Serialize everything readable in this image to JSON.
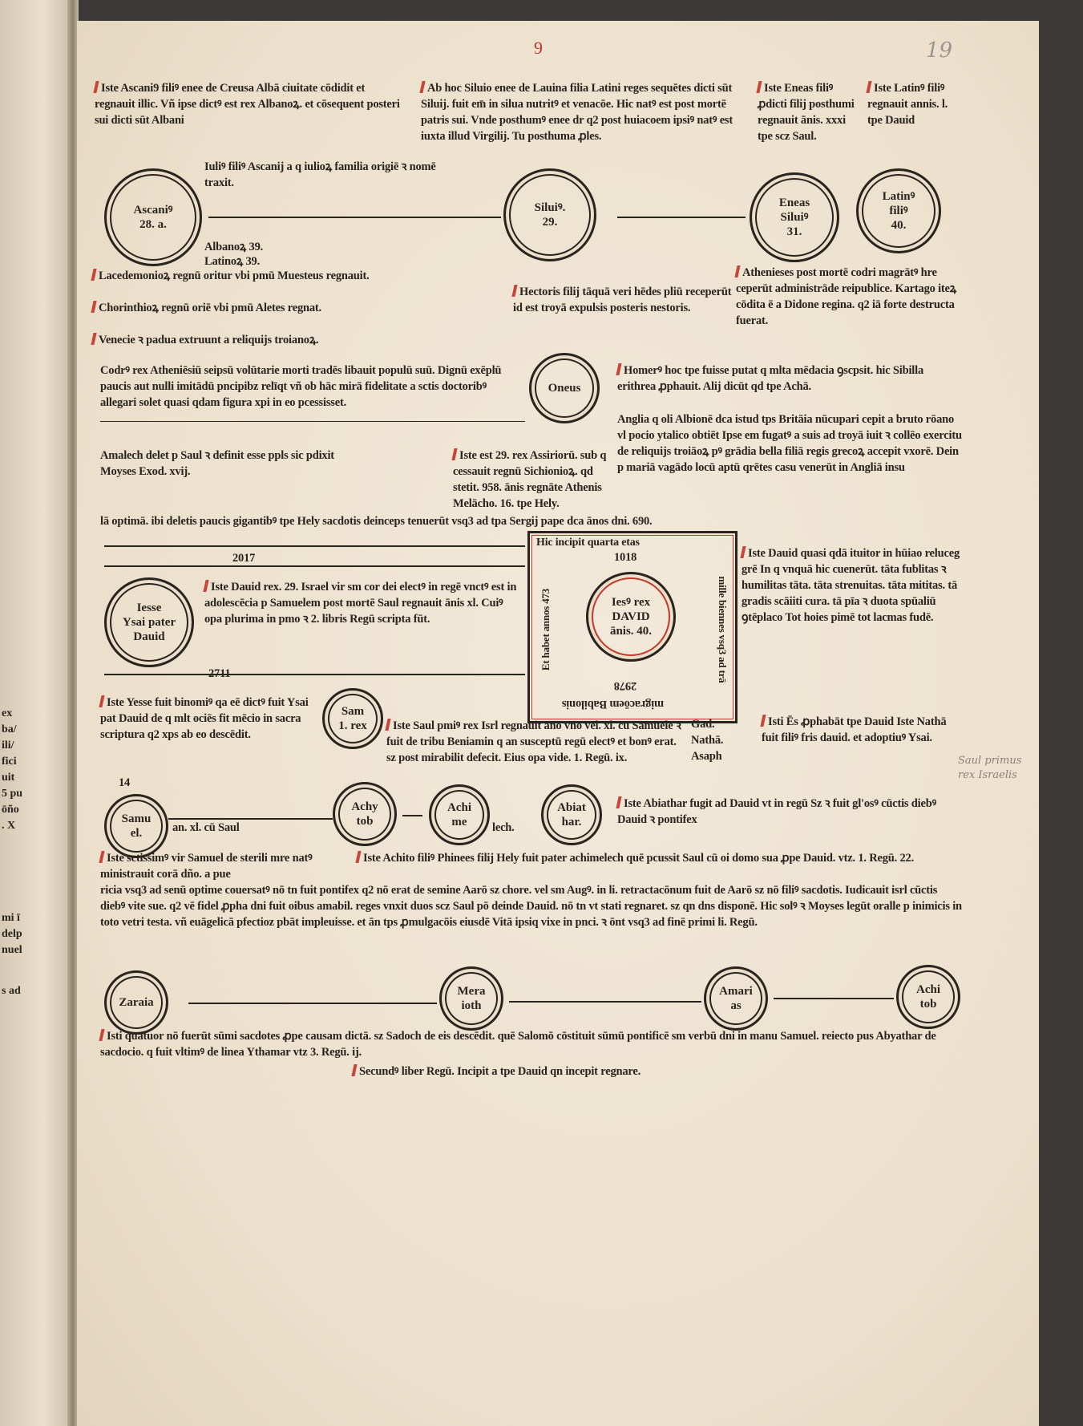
{
  "folio": "19",
  "red_number": "9",
  "margin_note": "Saul primus rex Israelis",
  "left_page": {
    "frag1": "ex\nba/\nili/\nfici\nuit\n5 pu\nōño\n. X",
    "frag2": "mi ī\ndelp\nnuel",
    "frag3": "s ad"
  },
  "blocks": {
    "b1": "Iste Ascani9 filiꝰ enee de Creusa Albā ciuitate cōdidit et regnauit illic. Vñ ipse dictꝰ est rex Albanoꝝ. et cōsequent posteri sui dicti sūt Albani",
    "b2": "Ab hoc Siluio enee de Lauina filia Latini reges sequētes dicti sūt Siluij. fuit em̄ in silua nutritꝰ et venacōe. Hic natꝰ est post mortē patris sui. Vnde posthumꝰ enee dr q2 post huiacoem ipsiꝰ natꝰ est iuxta illud Virgilij. Tu posthuma ꝓles.",
    "b3": "Iste Eneas filiꝰ ꝓdicti filij posthumi regnauit ānis. xxxi tpe scz Saul.",
    "b4": "Iste Latinꝰ filiꝰ regnauit annis. l. tpe Dauid",
    "b5": "Iuliꝰ filiꝰ Ascanij a q iulioꝝ familia origiē ꝛ nomē traxit.",
    "b6a": "Albanoꝝ 39.",
    "b6b": "Latinoꝝ 39.",
    "b7": "Lacedemonioꝝ regnū oritur vbi pmū Muesteus regnauit.",
    "b8": "Chorinthioꝝ regnū oriē vbi pmū Aletes regnat.",
    "b9": "Venecie ꝛ padua extruunt a reliquijs troianoꝝ.",
    "b10": "Hectoris filij tāquā veri hēdes pliū receperūt id est troyā expulsis posteris nestoris.",
    "b11": "Athenieses post mortē codri magrātꝰ hre ceperūt administrāde reipublice. Kartago iteꝝ cōdita ē a Didone regina. q2 iā forte destructa fuerat.",
    "b12": "Codrꝰ rex Atheniēsiū seipsū volūtarie morti tradēs libauit populū suū. Dignū exēplū paucis aut nulli imitādū pncipibz relīqt vñ ob hāc mirā fidelitate a sctis doctoribꝰ allegari solet quasi qdam figura xpi in eo pcessisset.",
    "b13": "Homerꝰ hoc tpe fuisse putat q mlta mēdacia ꝯscpsit. hic Sibilla erithrea ꝓphauit. Alij dicūt qd tpe Achā.",
    "b14": "Anglia q oli Albionē dca istud tps Britāia nūcupari cepit a bruto rōano vl pocio ytalico obtiēt Ipse em fugatꝰ a suis ad troyā iuit ꝛ collēo exercitu de reliquijs troiāoꝝ pꝰ grādia bella filiā regis grecoꝝ accepit vxorē. Dein p mariā vagādo locū aptū qrētes casu venerūt in Angliā insu",
    "b15": "Amalech delet p Saul ꝛ definit esse ppls sic pdixit Moyses Exod. xvij.",
    "b16": "Iste est 29. rex Assiriorū. sub q cessauit regnū Sichionioꝝ. qd stetit. 958. ānis regnāte Athenis Melācho. 16. tpe Hely.",
    "b17": "lā optimā. ibi deletis paucis gigantibꝰ tpe Hely sacdotis deinceps tenuerūt vsq3 ad tpa Sergij pape dca ānos dni. 690.",
    "b18": "Iste Dauid quasi qdā ituitor in hūiao reluceg grē In q vnquā hic cuenerūt. tāta fublitas ꝛ humilitas tāta. tāta strenuitas. tāta mititas. tā gradis scāiiti cura. tā pīa ꝛ duota spūaliū ꝯtēplaco Tot hoies pimē tot lacmas fudē.",
    "b19": "Iste Dauid rex. 29. Israel vir sm cor dei electꝰ in regē vnctꝰ est in adolescēcia p Samuelem post mortē Saul regnauit ānis xl. Cuiꝰ opa plurima in pmo ꝛ 2. libris Regū scripta fūt.",
    "b20": "Iste Yesse fuit binomiꝰ qa eē dictꝰ fuit Ysai pat Dauid de q mlt ociēs fit mēcio in sacra scriptura q2 xps ab eo descēdit.",
    "b21": "Iste Saul pmiꝰ rex Isrl regnauit āno vno vel. xl. cū Samuele ꝛ fuit de tribu Beniamin q an susceptū regū electꝰ et bonꝰ erat. sz post mirabilit defecit. Eius opa vide. 1. Regū. ix.",
    "b22": "Gad.\nNathā.\nAsaph",
    "b23": "Isti Ēs ꝓphabāt tpe Dauid Iste Nathā fuit filiꝰ fris dauid. et adoptiuꝰ Ysai.",
    "b24": "Iste Abiathar fugit ad Dauid vt in regū Sz ꝛ fuit gl'osꝰ cūctis diebꝰ Dauid ꝛ pontifex",
    "b25a": "Iste sctissimꝰ vir Samuel de sterili mre natꝰ ministrauit corā dño. a pue",
    "b26": "Iste Achito filiꝰ Phinees filij Hely fuit pater achimelech quē pcussit Saul cū oi domo sua ꝓpe Dauid. vtz. 1. Regū. 22.",
    "b25b": "ricia vsq3 ad senū optime couersatꝰ nō tn fuit pontifex q2 nō erat de semine Aarō sz chore. vel sm Augꝰ. in li. retractacōnum fuit de Aarō sz nō filiꝰ sacdotis. Iudicauit isrl cūctis diebꝰ vite sue. q2 vē fidel ꝓpha dni fuit oibus amabil. reges vnxit duos scz Saul pō deinde Dauid. nō tn vt stati regnaret. sz qn dns disponē. Hic solꝰ ꝛ Moyses legūt oralle p inimicis in toto vetri testa. vñ euāgelicā pfectioz pbāt impleuisse. et ān tps ꝓmulgacōis eiusdē Vitā ipsiq vixe in pnci. ꝛ ōnt vsq3 ad finē primi li. Regū.",
    "b27": "Isti quatuor nō fuerūt sūmi sacdotes ꝓpe causam dictā. sz Sadoch de eis descēdit. quē Salomō cōstituit sūmū pontificē sm verbū dni in manu Samuel. reiecto pus Abyathar de sacdocio. q fuit vltimꝰ de linea Ythamar vtz 3. Regū. ij.",
    "b28": "Secundꝰ liber Regū. Incipit a tpe Dauid qn incepit regnare.",
    "n2017": "2017",
    "n2711": "2711",
    "n14": "14",
    "samuel_line": "an. xl. cū Saul",
    "lech": "lech."
  },
  "circles": {
    "ascanius": [
      "Ascaniꝰ",
      "28. a."
    ],
    "silvius": [
      "Siluiꝰ.",
      "29."
    ],
    "eneas": [
      "Eneas",
      "Siluiꝰ",
      "31."
    ],
    "latinus": [
      "Latinꝰ",
      "filiꝰ",
      "40."
    ],
    "oneus": [
      "Oneus"
    ],
    "iesse": [
      "Iesse",
      "Ysai pater",
      "Dauid"
    ],
    "david": [
      "Iesꝰ rex",
      "DAVID",
      "ānis. 40."
    ],
    "samuel_rex": [
      "Sam",
      "1. rex"
    ],
    "samuel": [
      "Samu",
      "el."
    ],
    "achytob": [
      "Achy",
      "tob"
    ],
    "achime": [
      "Achi",
      "me"
    ],
    "abiathar": [
      "Abiat",
      "har."
    ],
    "zaraia": [
      "Zaraia"
    ],
    "meraioth": [
      "Mera",
      "ioth"
    ],
    "amarias": [
      "Amari",
      "as"
    ],
    "achitob": [
      "Achi",
      "tob"
    ]
  },
  "age_box": {
    "top": "Hic incipit quarta etas",
    "year_top": "1018",
    "year_bottom": "2978",
    "bottom": "migracōem Babilonis",
    "left": "Et habet annos 473",
    "right": "mille biennes vsq3 ad trā"
  }
}
